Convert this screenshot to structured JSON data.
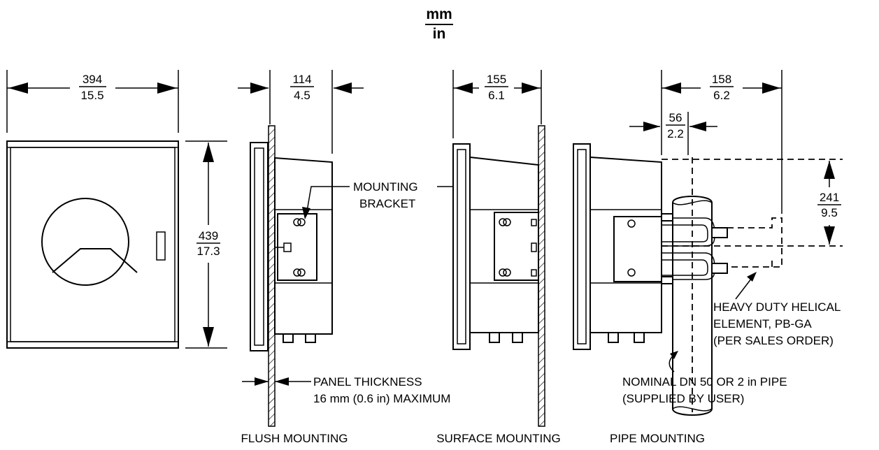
{
  "units": {
    "top": "mm",
    "bottom": "in"
  },
  "dimensions": {
    "front_width": {
      "mm": "394",
      "in": "15.5"
    },
    "front_height": {
      "mm": "439",
      "in": "17.3"
    },
    "flush_depth": {
      "mm": "114",
      "in": "4.5"
    },
    "surface_depth": {
      "mm": "155",
      "in": "6.1"
    },
    "pipe_depth": {
      "mm": "158",
      "in": "6.2"
    },
    "pipe_offset": {
      "mm": "56",
      "in": "2.2"
    },
    "element_height": {
      "mm": "241",
      "in": "9.5"
    }
  },
  "labels": {
    "mounting_bracket_1": "MOUNTING",
    "mounting_bracket_2": "BRACKET",
    "panel_thickness_1": "PANEL THICKNESS",
    "panel_thickness_2": "16 mm (0.6 in) MAXIMUM",
    "helical_1": "HEAVY DUTY HELICAL",
    "helical_2": "ELEMENT, PB-GA",
    "helical_3": "(PER SALES ORDER)",
    "pipe_1": "NOMINAL DN 50 OR 2 in PIPE",
    "pipe_2": "(SUPPLIED BY USER)"
  },
  "captions": {
    "flush": "FLUSH MOUNTING",
    "surface": "SURFACE MOUNTING",
    "pipe": "PIPE MOUNTING"
  }
}
